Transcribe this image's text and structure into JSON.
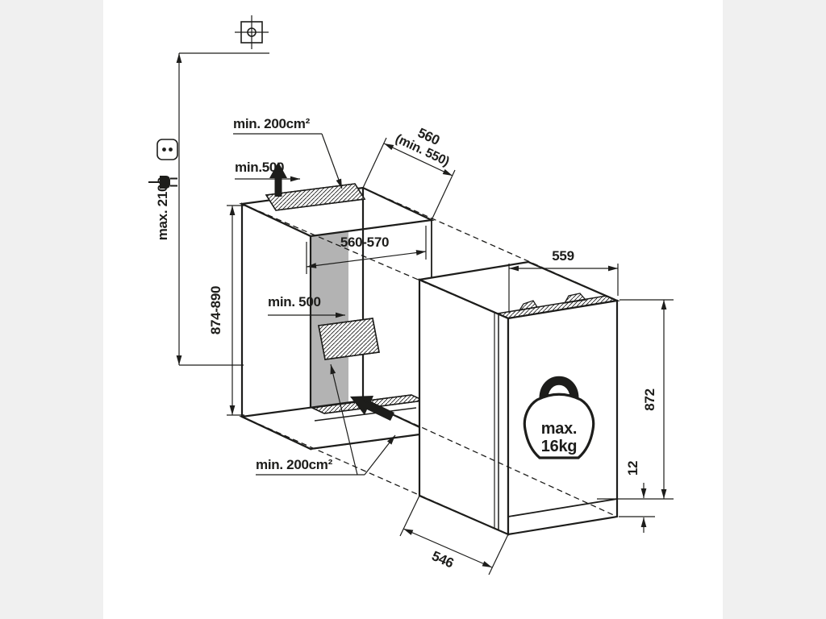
{
  "diagram": {
    "type": "appliance-installation-drawing",
    "dimensions": {
      "max_installation_height": "max. 2100",
      "niche_height": "874-890",
      "niche_width": "560-570",
      "niche_depth": "560",
      "niche_depth_min": "(min. 550)",
      "appliance_width": "559",
      "appliance_height": "872",
      "appliance_depth": "546",
      "bottom_gap": "12",
      "rear_clearance": "min. 500",
      "top_clearance": "min.500"
    },
    "vents": {
      "top_label": "min. 200cm²",
      "bottom_label": "min. 200cm²"
    },
    "weight_badge": {
      "line1": "max.",
      "line2": "16kg"
    },
    "icons": {
      "mount": "fixing-point-icon",
      "socket": "power-socket-icon",
      "plug": "power-plug-icon",
      "airflow_top": "airflow-up-arrow",
      "airflow_bottom": "airflow-in-arrow"
    },
    "colors": {
      "line": "#1d1d1b",
      "back_wall": "#c5c5c5",
      "back_wall_shade": "#b3b3b3",
      "canvas": "#ffffff",
      "margin": "#f0f0f0"
    }
  }
}
